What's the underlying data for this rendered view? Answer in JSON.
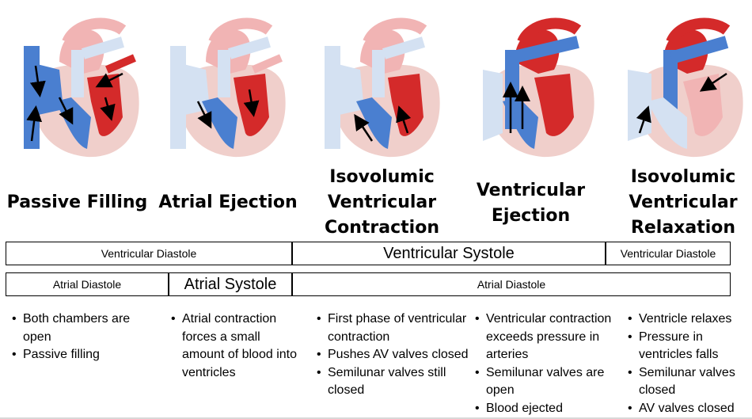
{
  "phases": [
    {
      "title": "Passive Filling",
      "bullets": [
        "Both chambers are open",
        "Passive filling"
      ]
    },
    {
      "title": "Atrial Ejection",
      "bullets": [
        "Atrial contraction forces a small amount of blood into ventricles"
      ]
    },
    {
      "title": "Isovolumic Ventricular Contraction",
      "bullets": [
        "First phase of ventricular contraction",
        "Pushes AV valves closed",
        "Semilunar valves still closed"
      ]
    },
    {
      "title": "Ventricular Ejection",
      "bullets": [
        "Ventricular contraction exceeds pressure in arteries",
        "Semilunar valves are open",
        "Blood ejected"
      ]
    },
    {
      "title": "Isovolumic Ventricular Relaxation",
      "bullets": [
        "Ventricle relaxes",
        "Pressure in ventricles falls",
        "Semilunar valves closed",
        "AV valves closed"
      ]
    }
  ],
  "ventricular_row": {
    "diastole_left": "Ventricular Diastole",
    "systole": "Ventricular Systole",
    "diastole_right": "Ventricular Diastole"
  },
  "atrial_row": {
    "diastole_left": "Atrial Diastole",
    "systole": "Atrial Systole",
    "diastole_right": "Atrial Diastole"
  },
  "colors": {
    "venous_blue": "#4a7fd0",
    "venous_light": "#d4e1f2",
    "arterial_red": "#d42a2a",
    "arterial_pink": "#f1b4b4",
    "tissue": "#f0cfcb"
  }
}
